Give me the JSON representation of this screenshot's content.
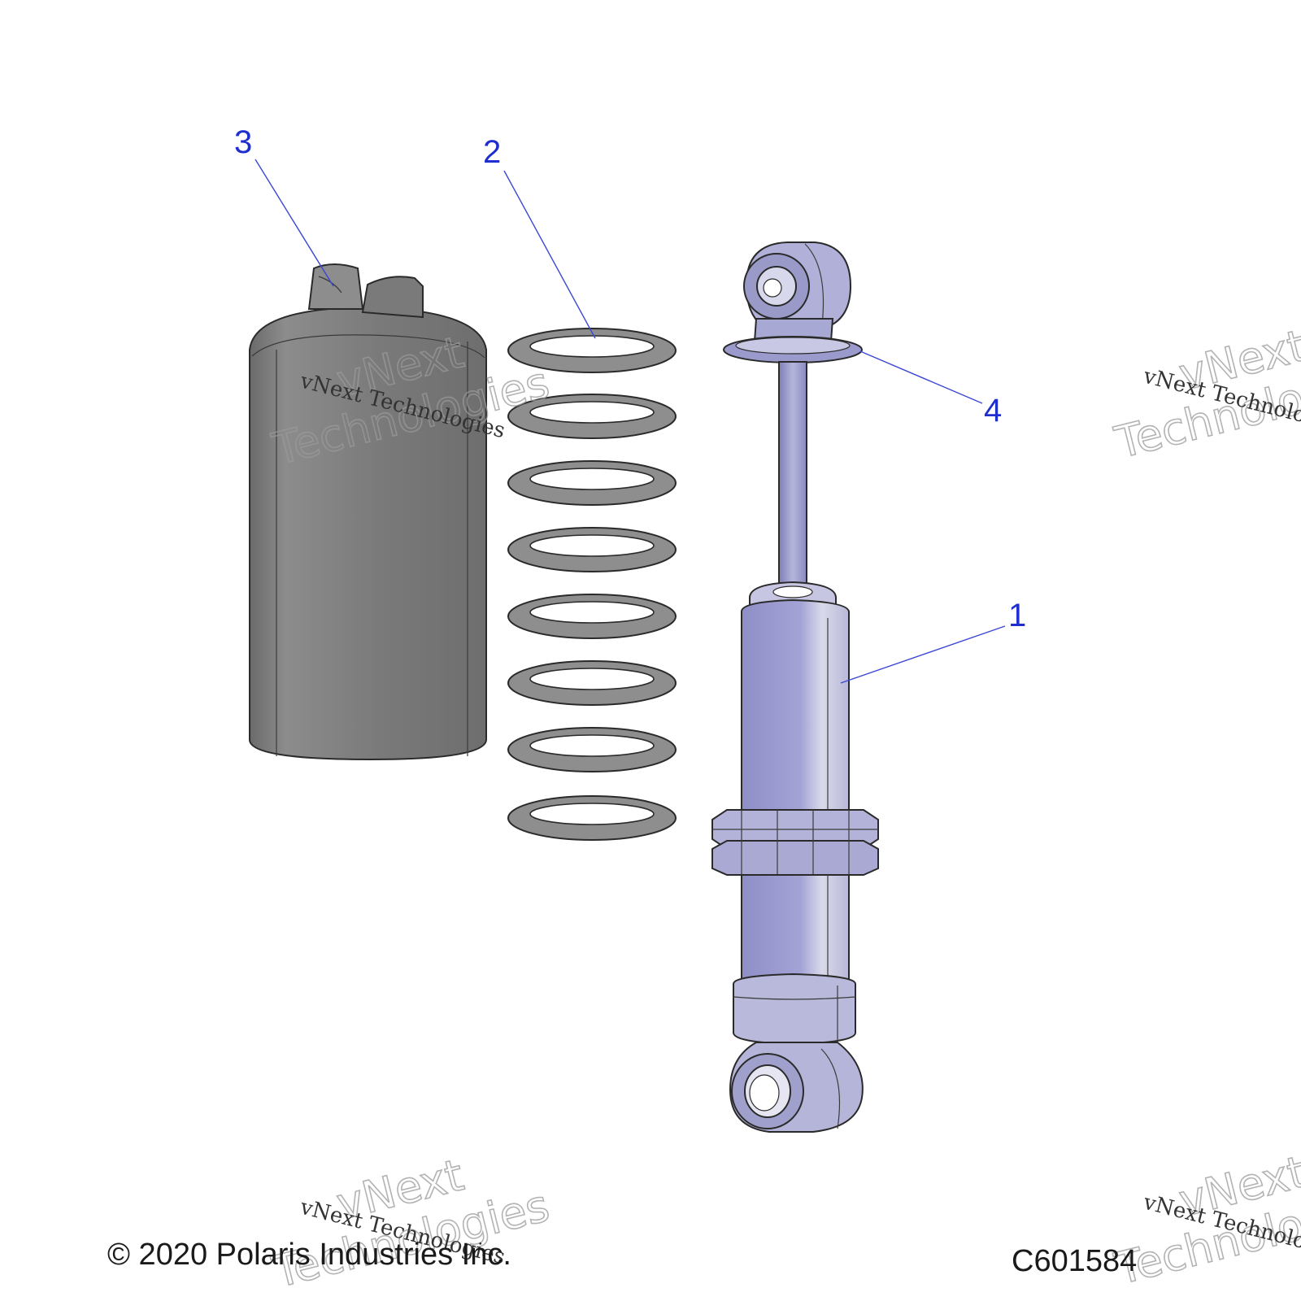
{
  "callouts": {
    "shock_absorber": "1",
    "spring": "2",
    "spring_cover": "3",
    "spring_seat": "4"
  },
  "watermark": {
    "line1": "vNext",
    "line2": "Technologies",
    "caption": "vNext Technologies"
  },
  "footer": {
    "copyright": "© 2020 Polaris Industries Inc.",
    "drawing_id": "C601584"
  },
  "colors": {
    "callout": "#1f2fcf",
    "cover_gray": "#7e7e7e",
    "spring_gray": "#909090",
    "shock_body": "#9b9bd0",
    "shock_light": "#cfcfe6"
  }
}
